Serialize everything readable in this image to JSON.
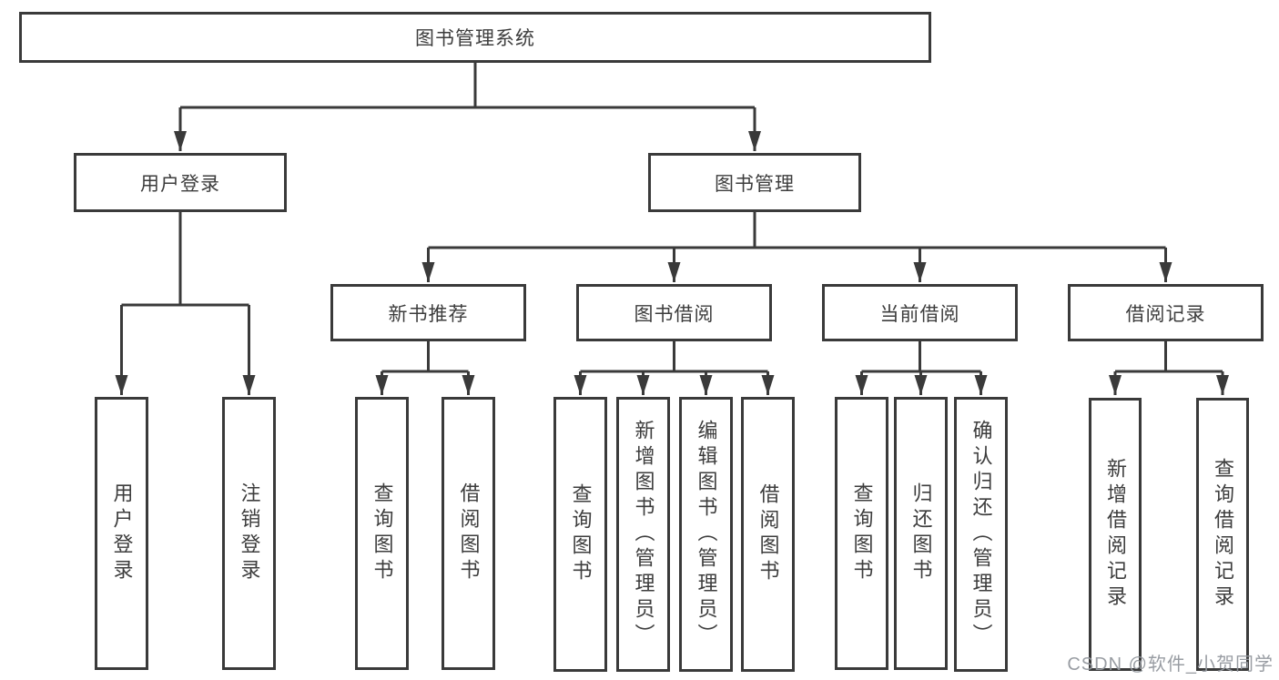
{
  "diagram": {
    "root": {
      "label": "图书管理系统"
    },
    "level2": [
      {
        "label": "用户登录",
        "children": [
          {
            "label": "用户登录"
          },
          {
            "label": "注销登录"
          }
        ]
      },
      {
        "label": "图书管理",
        "children": [
          {
            "label": "新书推荐",
            "children": [
              {
                "label": "查询图书"
              },
              {
                "label": "借阅图书"
              }
            ]
          },
          {
            "label": "图书借阅",
            "children": [
              {
                "label": "查询图书"
              },
              {
                "label": "新增图书（管理员）"
              },
              {
                "label": "编辑图书（管理员）"
              },
              {
                "label": "借阅图书"
              }
            ]
          },
          {
            "label": "当前借阅",
            "children": [
              {
                "label": "查询图书"
              },
              {
                "label": "归还图书"
              },
              {
                "label": "确认归还（管理员）"
              }
            ]
          },
          {
            "label": "借阅记录",
            "children": [
              {
                "label": "新增借阅记录"
              },
              {
                "label": "查询借阅记录"
              }
            ]
          }
        ]
      }
    ]
  },
  "watermark": {
    "text": "CSDN @软件_小贺同学"
  },
  "colors": {
    "line": "#3a3a3a",
    "box_border": "#3a3a3a",
    "text": "#3d3d3d",
    "background": "#ffffff",
    "watermark": "#94989e"
  }
}
